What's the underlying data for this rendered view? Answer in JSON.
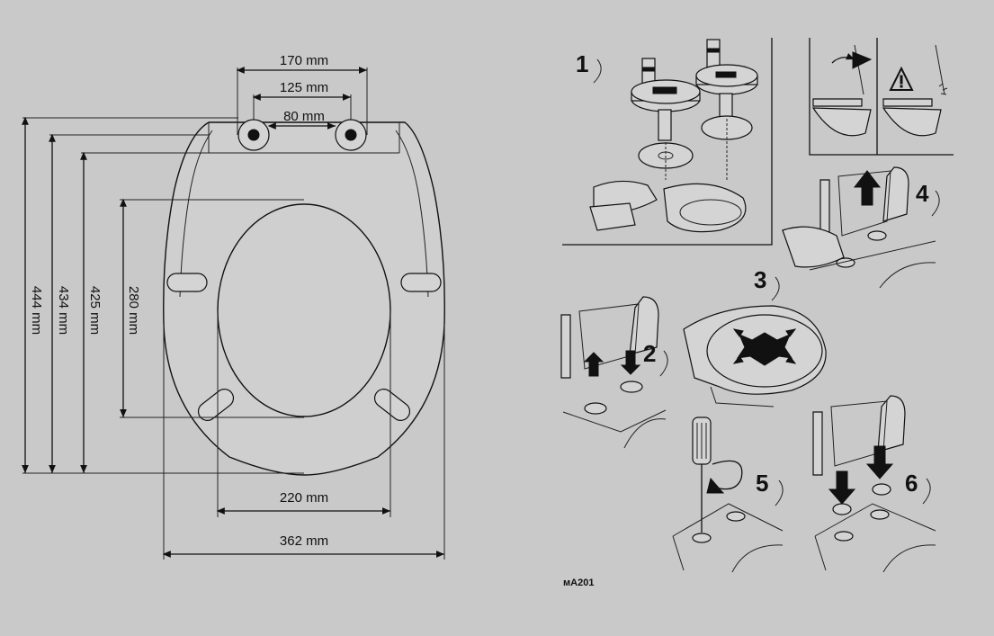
{
  "colors": {
    "background": "#c9c9c9",
    "line": "#111111",
    "fill": "#d4d4d4"
  },
  "dimensions": {
    "hinge_outer": "170 mm",
    "hinge_mid": "125 mm",
    "hinge_inner": "80 mm",
    "length_444": "444 mm",
    "length_434": "434 mm",
    "length_425": "425 mm",
    "opening_length": "280 mm",
    "opening_width": "220 mm",
    "overall_width": "362 mm"
  },
  "steps": [
    "1",
    "2",
    "3",
    "4",
    "5",
    "6"
  ],
  "code": "мA201",
  "icons": [
    "warning-icon",
    "screwdriver-icon",
    "cross-arrows-icon"
  ]
}
